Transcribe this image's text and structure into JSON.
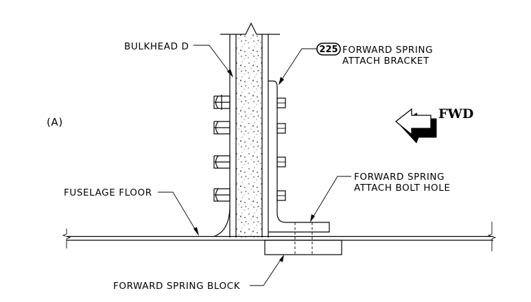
{
  "diagram": {
    "view_label": "(A)",
    "labels": {
      "bulkhead": "BULKHEAD D",
      "item_number": "225",
      "bracket_line1": "FORWARD SPRING",
      "bracket_line2": "ATTACH BRACKET",
      "bolt_hole_line1": "FORWARD SPRING",
      "bolt_hole_line2": "ATTACH BOLT HOLE",
      "floor": "FUSELAGE FLOOR",
      "block": "FORWARD SPRING BLOCK",
      "direction": "FWD"
    },
    "colors": {
      "ink": "#000000",
      "background": "#ffffff"
    }
  }
}
